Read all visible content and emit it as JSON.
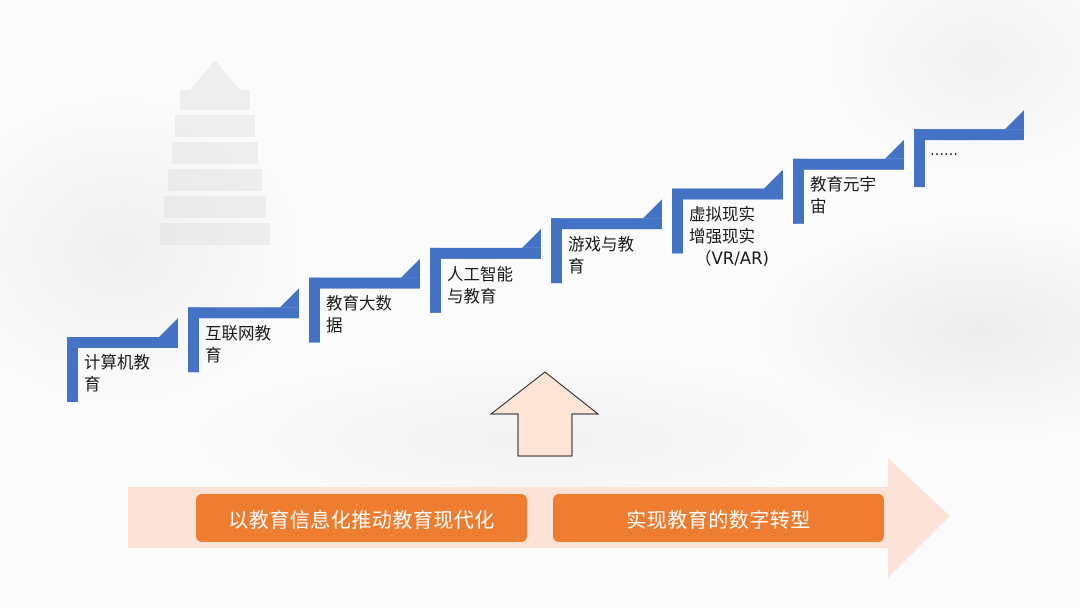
{
  "steps": [
    {
      "line1": "计算机教",
      "line2": "育"
    },
    {
      "line1": "互联网教",
      "line2": "育"
    },
    {
      "line1": "教育大数",
      "line2": "据"
    },
    {
      "line1": "人工智能",
      "line2": "与教育"
    },
    {
      "line1": "游戏与教",
      "line2": "育"
    },
    {
      "line1": "虚拟现实",
      "line2": "增强现实",
      "line3": "（VR/AR)"
    },
    {
      "line1": "教育元宇",
      "line2": "宙"
    },
    {
      "line1": "……"
    }
  ],
  "banner": {
    "left_label": "以教育信息化推动教育现代化",
    "right_label": "实现教育的数字转型"
  },
  "colors": {
    "step_blue": "#4472c4",
    "pill_orange": "#ef7d31",
    "arrow_fill": "#fbe3d7",
    "up_arrow_fill": "#fde4d6"
  },
  "icons": {
    "up_arrow": "up-arrow-icon",
    "banner_arrow": "right-arrow-icon"
  }
}
